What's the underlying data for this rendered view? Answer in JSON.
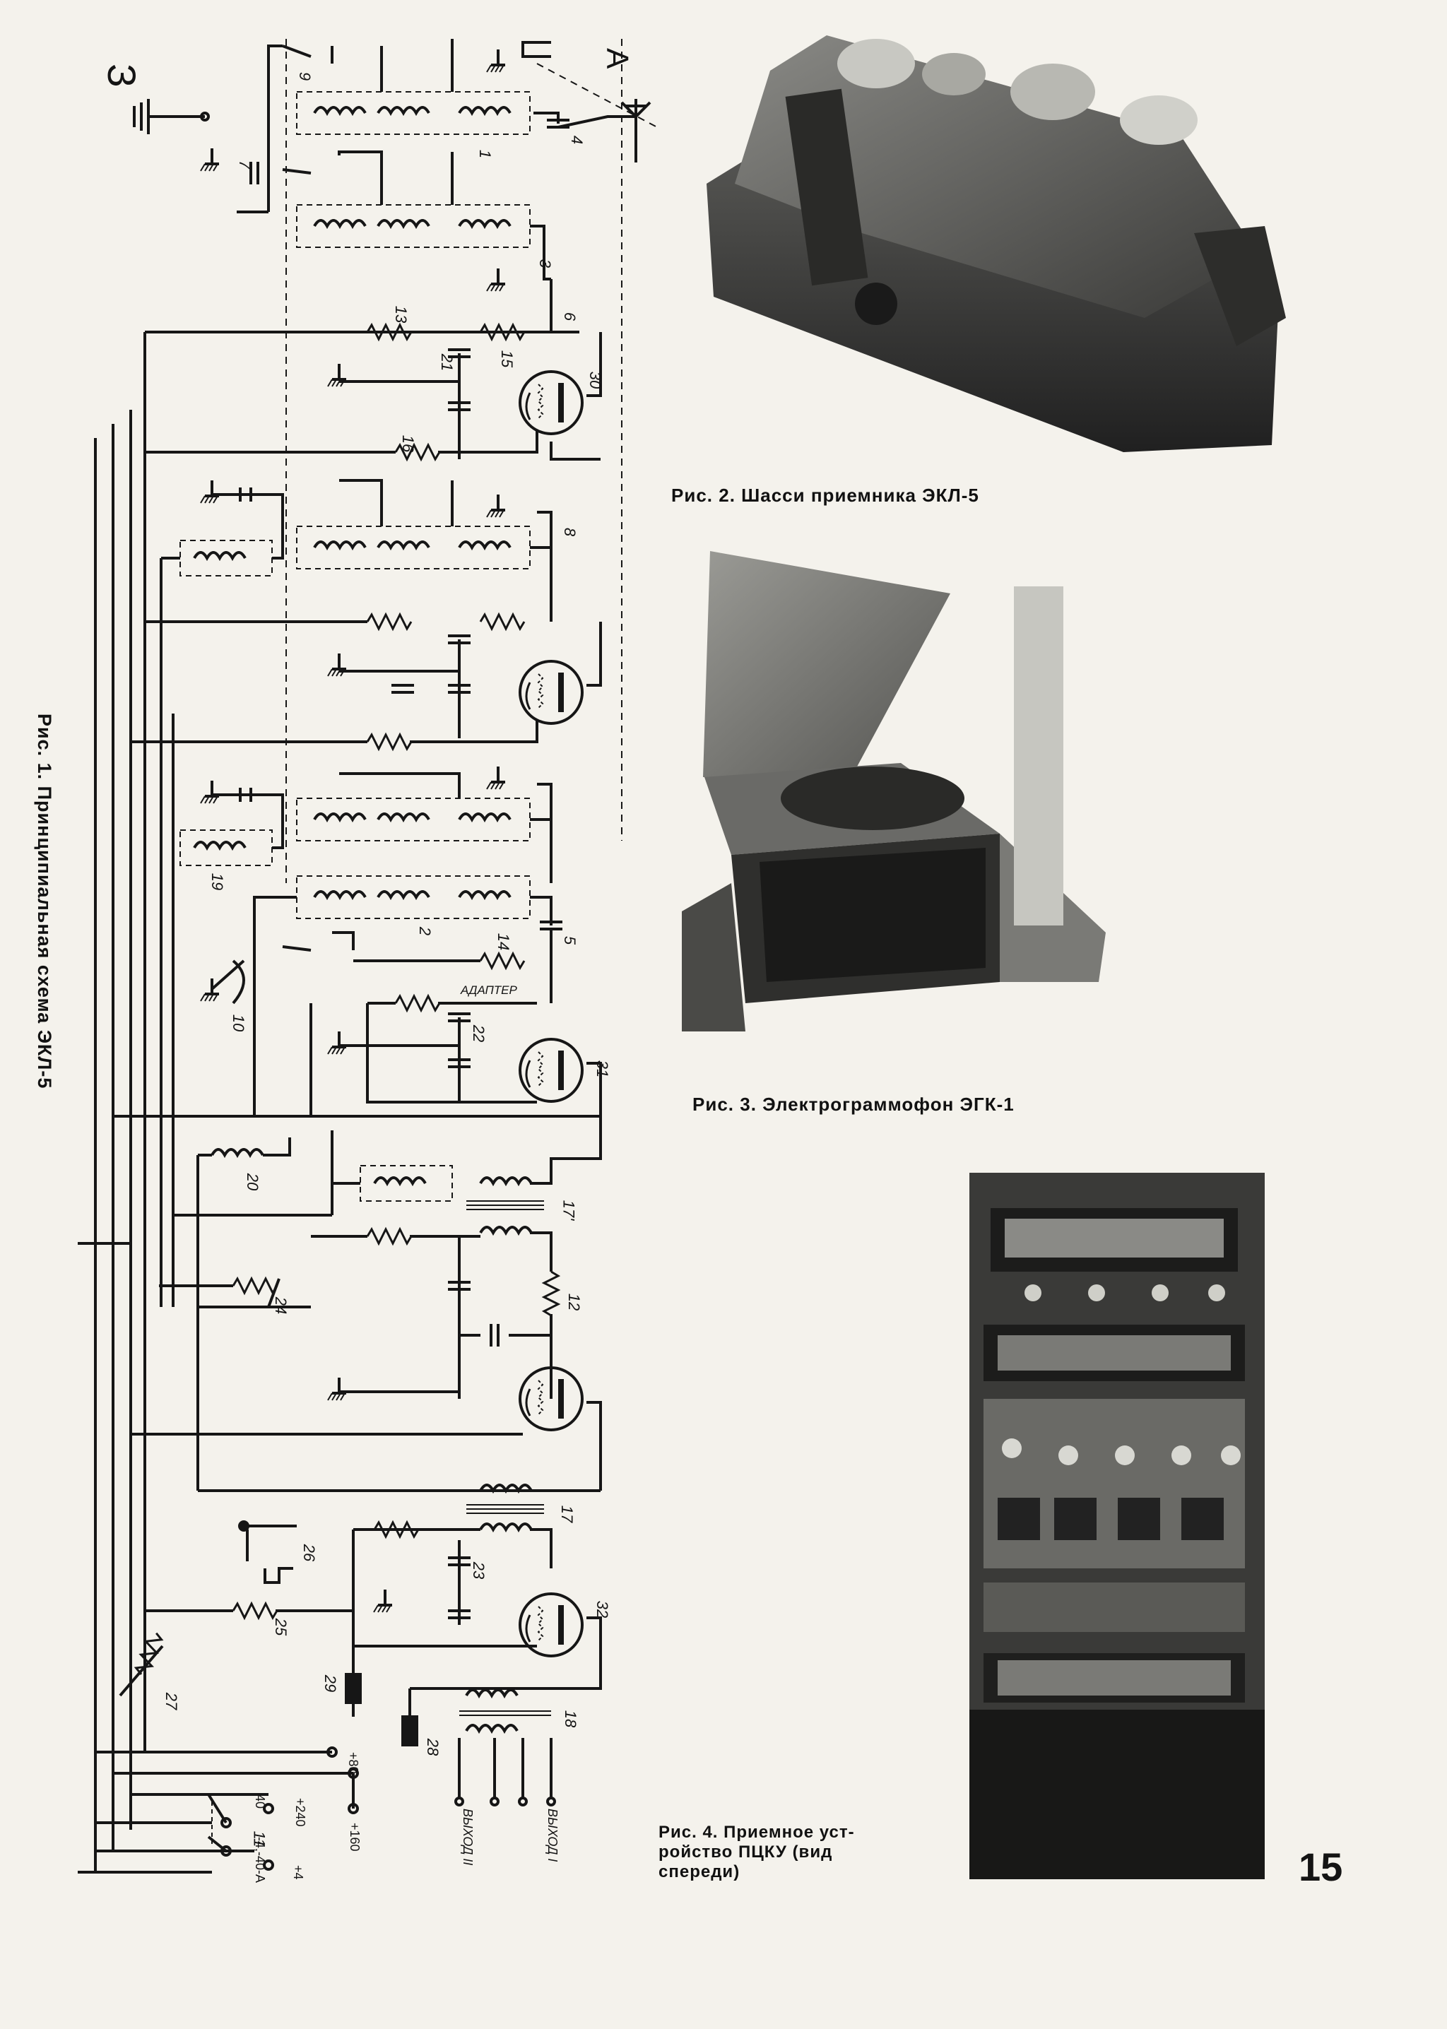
{
  "figures": {
    "fig1": {
      "caption": "Рис. 1. Принципиальная схема ЭКЛ-5"
    },
    "fig2": {
      "caption": "Рис. 2. Шасси приемника ЭКЛ-5"
    },
    "fig3": {
      "caption": "Рис. 3. Электрограммофон ЭГК-1"
    },
    "fig4": {
      "caption_line1": "Рис. 4. Приемное уст-",
      "caption_line2": "ройство  ПЦКУ  (вид",
      "caption_line3": "спереди)"
    }
  },
  "schematic_labels": {
    "ground": "З",
    "antenna": "А",
    "adapter": "АДАПТЕР",
    "out1": "ВЫХОД I",
    "out2": "ВЫХОД II",
    "v80": "+80",
    "v240": "+240",
    "v160": "+160",
    "v4": "+4",
    "v4n": "-4,-40-А",
    "v40": "40",
    "n1": "1",
    "n2": "2",
    "n3": "3",
    "n4": "4",
    "n5": "5",
    "n6": "6",
    "n7": "7",
    "n8": "8",
    "n9": "9",
    "n10": "10",
    "n11": "11",
    "n12": "12",
    "n13": "13",
    "n14": "14",
    "n15": "15",
    "n16": "16",
    "n17": "17",
    "n17b": "17'",
    "n18": "18",
    "n19": "19",
    "n20": "20",
    "n21": "21",
    "n22": "22",
    "n23": "23",
    "n24": "24",
    "n25": "25",
    "n26": "26",
    "n27": "27",
    "n28": "28",
    "n29": "29",
    "n30": "30",
    "n31": "31",
    "n32": "32"
  },
  "page_number": "15"
}
